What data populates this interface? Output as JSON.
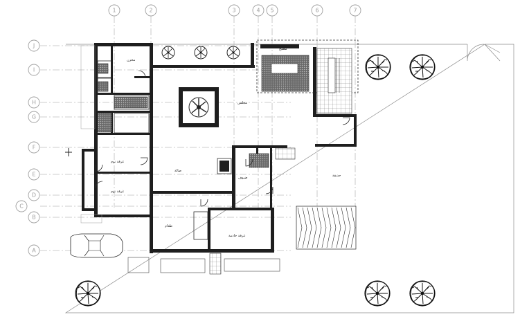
{
  "grid": {
    "columns": [
      "1",
      "2",
      "3",
      "4",
      "5",
      "6",
      "7"
    ],
    "rows": [
      "J",
      "I",
      "H",
      "G",
      "F",
      "E",
      "D",
      "C",
      "B",
      "A"
    ]
  },
  "rooms": [
    {
      "id": "kitchen",
      "label": "مطبخ"
    },
    {
      "id": "living",
      "label": "صالة"
    },
    {
      "id": "majlis",
      "label": "مجلس"
    },
    {
      "id": "bedroom-1",
      "label": "غرفة نوم"
    },
    {
      "id": "bedroom-2",
      "label": "غرفة نوم"
    },
    {
      "id": "dining",
      "label": "طعام"
    },
    {
      "id": "guest",
      "label": "ضيوف"
    },
    {
      "id": "maid",
      "label": "غرفة خادمة"
    },
    {
      "id": "garden",
      "label": "حديقة"
    },
    {
      "id": "store",
      "label": "مخزن"
    }
  ],
  "colors": {
    "wall": "#1e1e1e",
    "grid": "#bdbdbd",
    "site": "#8a8a8a"
  }
}
